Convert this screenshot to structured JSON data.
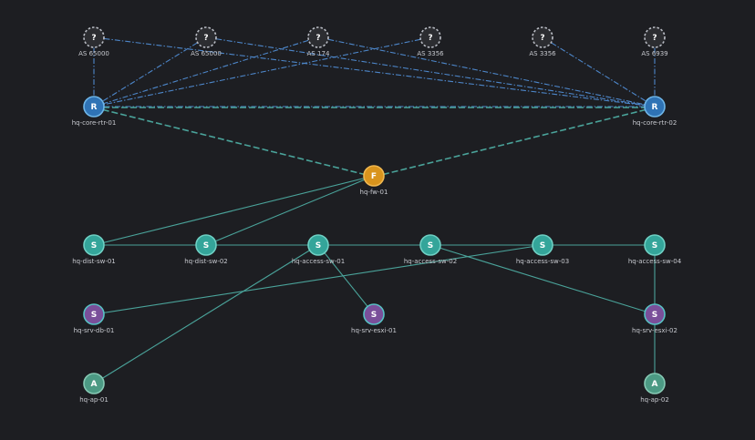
{
  "colors": {
    "background": "#1d1e22",
    "link": "#4aa39a",
    "bgp_link": "#4d86c9",
    "router": "#2f73b5",
    "router_ring": "#6fb6e8",
    "firewall": "#d9941d",
    "firewall_ring": "#f0b850",
    "switch": "#34a59a",
    "switch_ring": "#6fd0c4",
    "server": "#7a4f9a",
    "server_ring": "#58c2c4",
    "ap": "#4c9a84",
    "ap_ring": "#86c9b4",
    "external": "#2c2d31",
    "external_ring": "#b9bcc4",
    "label": "#c7c9cf"
  },
  "nodes": [
    {
      "id": "ext1",
      "glyph": "?",
      "label": "AS 65000",
      "kind": "external"
    },
    {
      "id": "ext2",
      "glyph": "?",
      "label": "AS 65000",
      "kind": "external"
    },
    {
      "id": "ext3",
      "glyph": "?",
      "label": "AS 174",
      "kind": "external"
    },
    {
      "id": "ext4",
      "glyph": "?",
      "label": "AS 3356",
      "kind": "external"
    },
    {
      "id": "ext5",
      "glyph": "?",
      "label": "AS 3356",
      "kind": "external"
    },
    {
      "id": "ext6",
      "glyph": "?",
      "label": "AS 6939",
      "kind": "external"
    },
    {
      "id": "rtr1",
      "glyph": "R",
      "label": "hq-core-rtr-01",
      "kind": "router"
    },
    {
      "id": "rtr2",
      "glyph": "R",
      "label": "hq-core-rtr-02",
      "kind": "router"
    },
    {
      "id": "fw1",
      "glyph": "F",
      "label": "hq-fw-01",
      "kind": "firewall"
    },
    {
      "id": "dist1",
      "glyph": "S",
      "label": "hq-dist-sw-01",
      "kind": "switch"
    },
    {
      "id": "dist2",
      "glyph": "S",
      "label": "hq-dist-sw-02",
      "kind": "switch"
    },
    {
      "id": "acc1",
      "glyph": "S",
      "label": "hq-access-sw-01",
      "kind": "switch"
    },
    {
      "id": "acc2",
      "glyph": "S",
      "label": "hq-access-sw-02",
      "kind": "switch"
    },
    {
      "id": "acc3",
      "glyph": "S",
      "label": "hq-access-sw-03",
      "kind": "switch"
    },
    {
      "id": "acc4",
      "glyph": "S",
      "label": "hq-access-sw-04",
      "kind": "switch"
    },
    {
      "id": "db1",
      "glyph": "S",
      "label": "hq-srv-db-01",
      "kind": "server"
    },
    {
      "id": "esxi1",
      "glyph": "S",
      "label": "hq-srv-esxi-01",
      "kind": "server"
    },
    {
      "id": "esxi2",
      "glyph": "S",
      "label": "hq-srv-esxi-02",
      "kind": "server"
    },
    {
      "id": "ap1",
      "glyph": "A",
      "label": "hq-ap-01",
      "kind": "ap"
    },
    {
      "id": "ap2",
      "glyph": "A",
      "label": "hq-ap-02",
      "kind": "ap"
    }
  ],
  "edges": [
    {
      "from": "ext1",
      "to": "rtr1",
      "style": "bgp"
    },
    {
      "from": "ext1",
      "to": "rtr2",
      "style": "bgp"
    },
    {
      "from": "ext2",
      "to": "rtr1",
      "style": "bgp"
    },
    {
      "from": "ext2",
      "to": "rtr2",
      "style": "bgp"
    },
    {
      "from": "ext3",
      "to": "rtr1",
      "style": "bgp"
    },
    {
      "from": "ext3",
      "to": "rtr2",
      "style": "bgp"
    },
    {
      "from": "ext4",
      "to": "rtr1",
      "style": "bgp"
    },
    {
      "from": "ext5",
      "to": "rtr2",
      "style": "bgp"
    },
    {
      "from": "ext6",
      "to": "rtr2",
      "style": "bgp"
    },
    {
      "from": "rtr1",
      "to": "rtr2",
      "style": "bgp"
    },
    {
      "from": "rtr1",
      "to": "rtr2",
      "style": "dashed"
    },
    {
      "from": "rtr1",
      "to": "fw1",
      "style": "dashed"
    },
    {
      "from": "rtr2",
      "to": "fw1",
      "style": "dashed"
    },
    {
      "from": "fw1",
      "to": "dist1",
      "style": "solid"
    },
    {
      "from": "fw1",
      "to": "dist2",
      "style": "solid"
    },
    {
      "from": "dist1",
      "to": "dist2",
      "style": "solid"
    },
    {
      "from": "dist2",
      "to": "acc1",
      "style": "solid"
    },
    {
      "from": "acc1",
      "to": "acc2",
      "style": "solid"
    },
    {
      "from": "acc2",
      "to": "acc3",
      "style": "solid"
    },
    {
      "from": "acc3",
      "to": "acc4",
      "style": "solid"
    },
    {
      "from": "acc1",
      "to": "esxi1",
      "style": "solid"
    },
    {
      "from": "acc1",
      "to": "ap1",
      "style": "solid"
    },
    {
      "from": "acc3",
      "to": "db1",
      "style": "solid"
    },
    {
      "from": "acc2",
      "to": "esxi2",
      "style": "solid"
    },
    {
      "from": "acc4",
      "to": "esxi2",
      "style": "solid"
    },
    {
      "from": "esxi2",
      "to": "ap2",
      "style": "solid"
    }
  ]
}
